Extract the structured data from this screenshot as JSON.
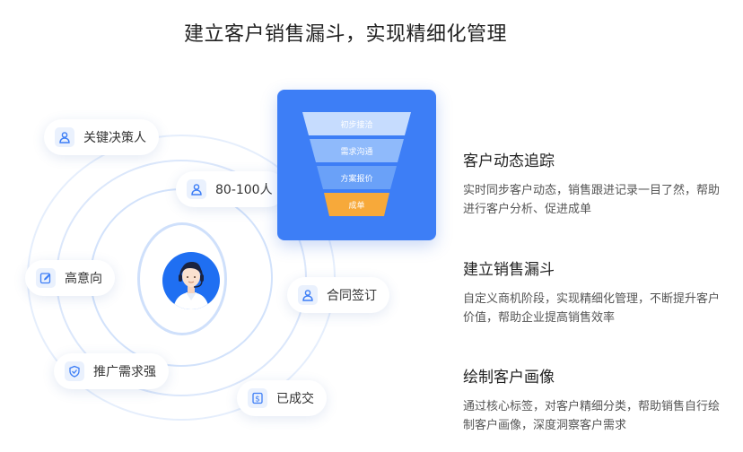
{
  "title": "建立客户销售漏斗，实现精细化管理",
  "tags": {
    "decision_maker": "关键决策人",
    "size": "80-100人",
    "high_intent": "高意向",
    "contract": "合同签订",
    "strong_demand": "推广需求强",
    "closed": "已成交"
  },
  "funnel": {
    "stage1": "初步接洽",
    "stage2": "需求沟通",
    "stage3": "方案报价",
    "stage4": "成单"
  },
  "features": [
    {
      "title": "客户动态追踪",
      "desc": "实时同步客户动态，销售跟进记录一目了然，帮助进行客户分析、促进成单"
    },
    {
      "title": "建立销售漏斗",
      "desc": "自定义商机阶段，实现精细化管理，不断提升客户价值，帮助企业提高销售效率"
    },
    {
      "title": "绘制客户画像",
      "desc": "通过核心标签，对客户精细分类，帮助销售自行绘制客户画像，深度洞察客户需求"
    }
  ],
  "colors": {
    "accent_blue": "#3d7ef6",
    "funnel_orange": "#f7a93a",
    "avatar_blue": "#1f6ff2"
  },
  "icons": {
    "person": "person-icon",
    "edit": "edit-icon",
    "shield": "shield-icon",
    "dollar": "dollar-doc-icon"
  }
}
